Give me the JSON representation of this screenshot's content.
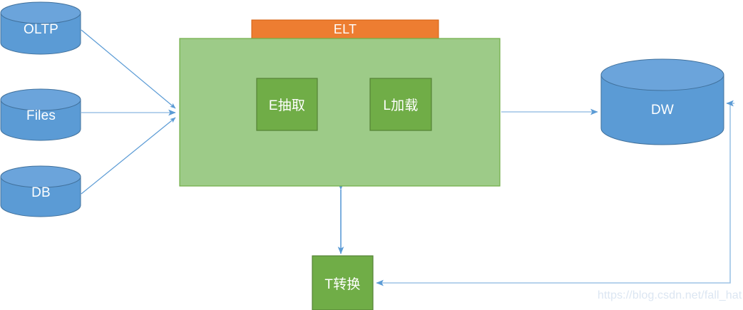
{
  "diagram": {
    "title": "ELT data pipeline diagram",
    "colors": {
      "cylinder_fill": "#5B9BD5",
      "cylinder_top": "#6FA8DC",
      "cylinder_stroke": "#41719C",
      "elt_bar_fill": "#ED7D31",
      "elt_bar_stroke": "#D4600F",
      "process_box_fill": "#9DCB88",
      "process_box_stroke": "#70AD47",
      "inner_box_fill": "#70AD47",
      "inner_box_stroke": "#548235",
      "arrow": "#5B9BD5",
      "arrow_light": "#9DC3E6",
      "watermark": "#DCE6F2"
    },
    "sources": [
      {
        "id": "oltp",
        "label": "OLTP"
      },
      {
        "id": "files",
        "label": "Files"
      },
      {
        "id": "db",
        "label": "DB"
      }
    ],
    "elt": {
      "header_label": "ELT",
      "stages": [
        {
          "id": "extract",
          "label": "E抽取"
        },
        {
          "id": "load",
          "label": "L加载"
        }
      ]
    },
    "transform": {
      "id": "transform",
      "label": "T转换"
    },
    "warehouse": {
      "id": "dw",
      "label": "DW"
    },
    "watermark": "https://blog.csdn.net/fall_hat"
  }
}
